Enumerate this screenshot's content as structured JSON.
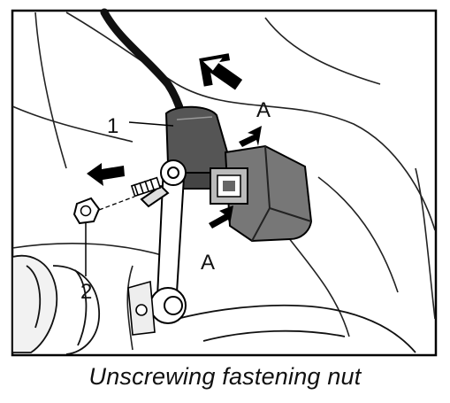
{
  "figure": {
    "caption": "Unscrewing fastening nut",
    "callouts": {
      "part_1": "1",
      "part_2": "2",
      "release_point_top": "A",
      "release_point_bottom": "A"
    }
  }
}
